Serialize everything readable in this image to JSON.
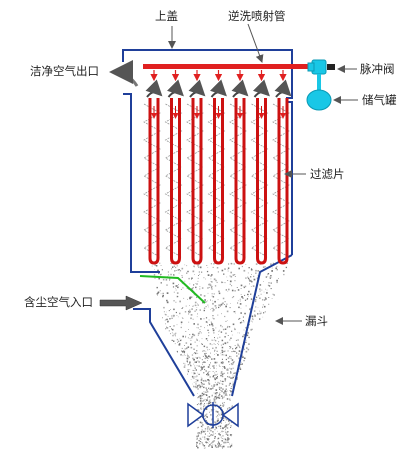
{
  "labels": {
    "top_cover": "上盖",
    "backwash_pipe": "逆洗喷射管",
    "clean_air_outlet": "洁净空气出口",
    "pulse_valve": "脉冲阀",
    "air_tank": "储气罐",
    "filter_element": "过滤片",
    "dusty_air_inlet": "含尘空气入口",
    "hopper": "漏斗"
  },
  "colors": {
    "frame": "#1f3f9a",
    "pipe": "#e02020",
    "filter": "#cc1111",
    "valve": "#19c7e6",
    "baffle": "#22bb22",
    "arrow": "#666666",
    "pointer": "#555555",
    "text": "#222222"
  },
  "filters": {
    "count": 7
  }
}
